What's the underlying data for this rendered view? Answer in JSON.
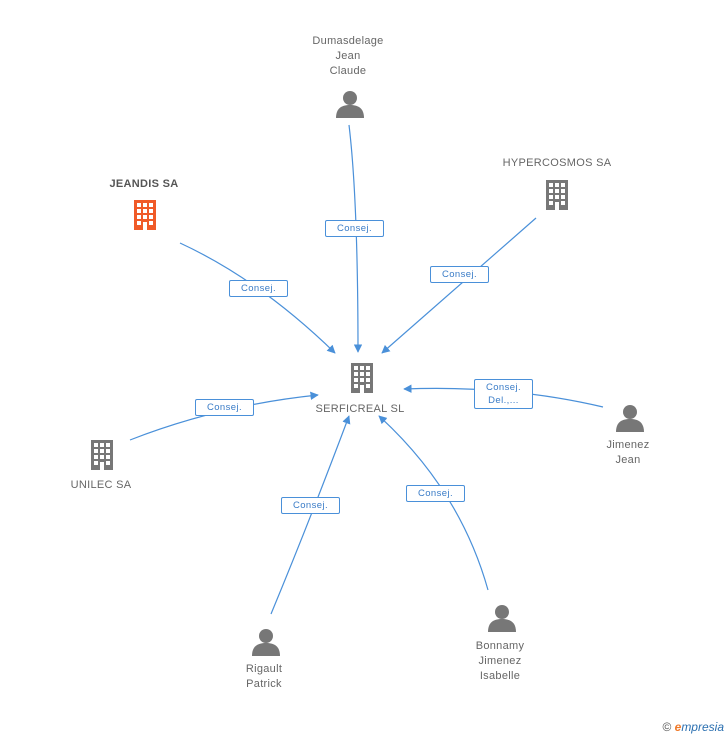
{
  "center": {
    "label": "SERFICREAL SL"
  },
  "nodes": {
    "dumasdelage": {
      "lines": [
        "Dumasdelage",
        "Jean",
        "Claude"
      ],
      "type": "person"
    },
    "hypercosmos": {
      "lines": [
        "HYPERCOSMOS SA"
      ],
      "type": "company"
    },
    "jeandis": {
      "lines": [
        "JEANDIS SA"
      ],
      "type": "company",
      "highlight": true
    },
    "unilec": {
      "lines": [
        "UNILEC SA"
      ],
      "type": "company"
    },
    "jimenez_jean": {
      "lines": [
        "Jimenez",
        "Jean"
      ],
      "type": "person"
    },
    "rigault": {
      "lines": [
        "Rigault",
        "Patrick"
      ],
      "type": "person"
    },
    "bonnamy": {
      "lines": [
        "Bonnamy",
        "Jimenez",
        "Isabelle"
      ],
      "type": "person"
    }
  },
  "relations": {
    "dumasdelage": [
      "Consej."
    ],
    "hypercosmos": [
      "Consej."
    ],
    "jeandis": [
      "Consej."
    ],
    "unilec": [
      "Consej."
    ],
    "jimenez_jean": [
      "Consej.",
      "Del.,..."
    ],
    "rigault": [
      "Consej."
    ],
    "bonnamy": [
      "Consej."
    ]
  },
  "colors": {
    "edge": "#4a90d9",
    "icon": "#777777",
    "highlight": "#f05a28"
  },
  "footer": {
    "copyright": "©",
    "brand_e": "e",
    "brand_rest": "mpresia"
  }
}
